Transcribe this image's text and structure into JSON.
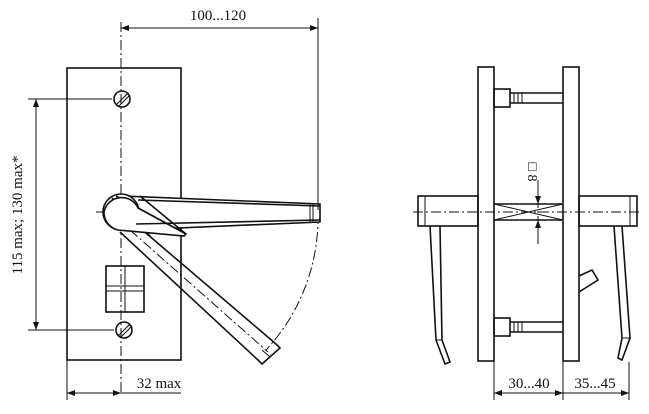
{
  "drawing": {
    "dim_overall_width": "100...120",
    "dim_height": "115 max; 130 max*",
    "dim_plate_offset": "32 max",
    "dim_square_spindle": "□ 8",
    "dim_door_thickness": "30...40",
    "dim_handle_offset": "35...45"
  }
}
